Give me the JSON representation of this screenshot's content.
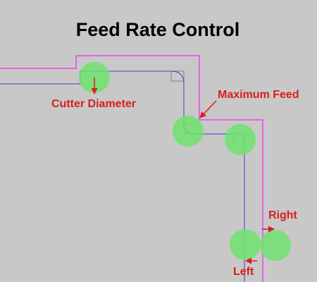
{
  "title": "Feed Rate Control",
  "labels": {
    "cutter_diameter": "Cutter Diameter",
    "maximum_feed": "Maximum Feed",
    "right": "Right",
    "left": "Left"
  },
  "colors": {
    "background": "#c8c8c8",
    "offset_path": "#ff00ff",
    "tool_path": "#3b3bd9",
    "cutter": "#6fe36f",
    "label_text": "#dd1c1c",
    "arrow": "#dd1c1c",
    "corner_box": "#808080"
  }
}
